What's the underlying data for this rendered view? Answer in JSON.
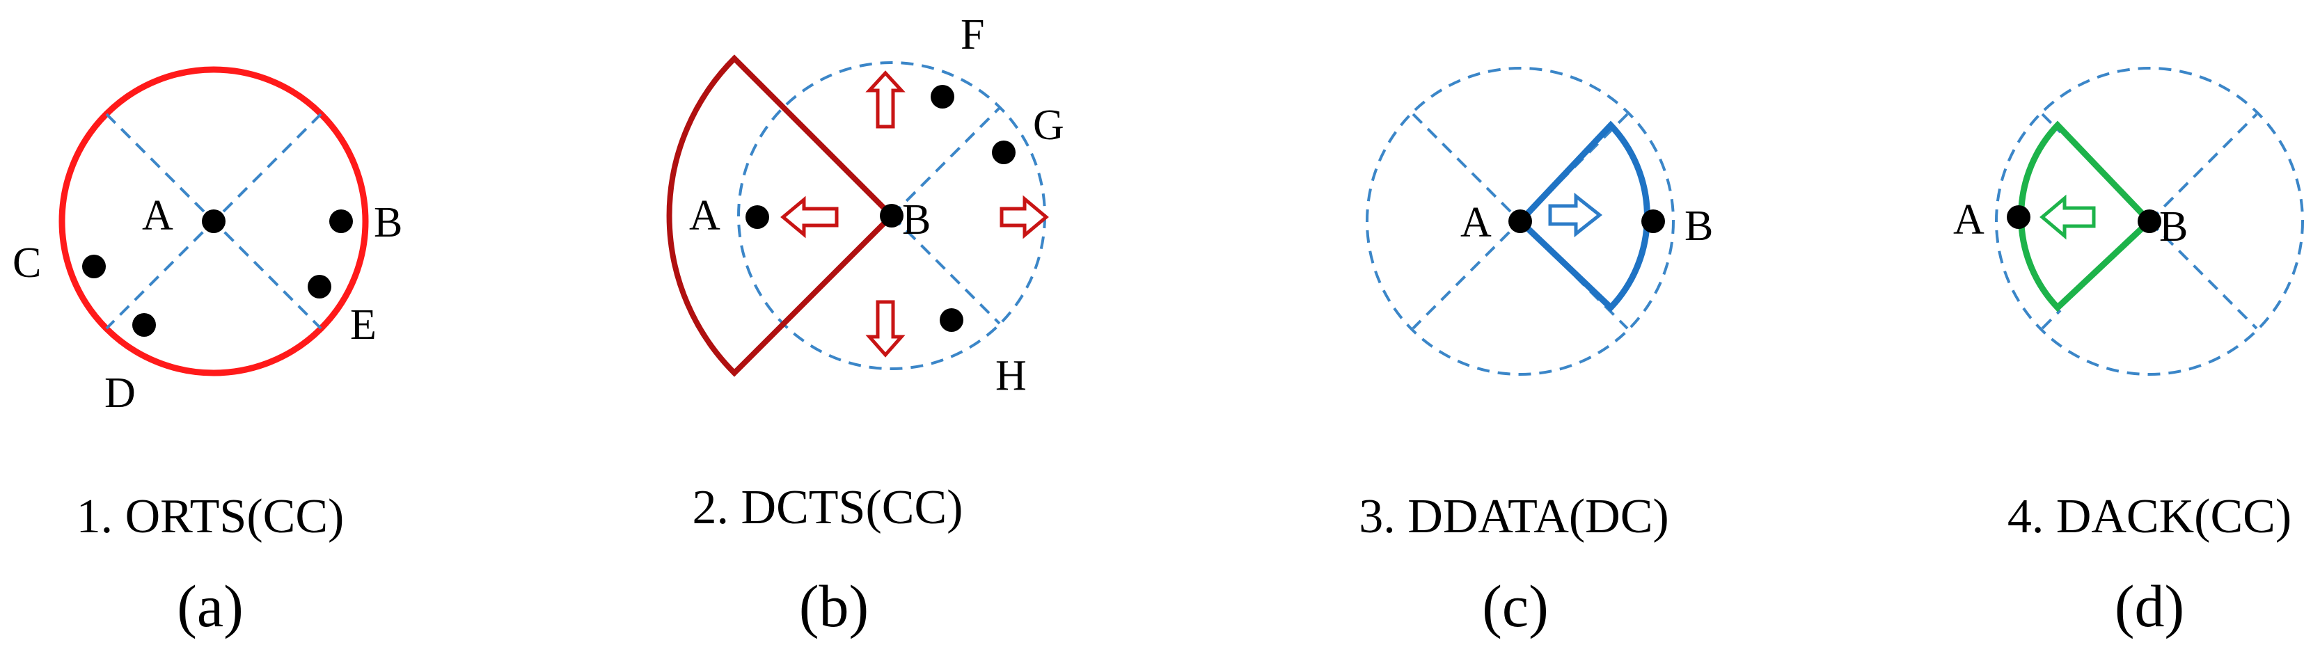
{
  "colors": {
    "red": "#ff1a1a",
    "darkred": "#b01010",
    "blue": "#1f73c4",
    "green": "#1db34a",
    "dash": "#3b86c8",
    "arrow_red": "#c81414",
    "arrow_blue": "#2c7cc8",
    "arrow_green": "#1db34a",
    "dot": "#000000"
  },
  "panels": {
    "a": {
      "caption": "1. ORTS(CC)",
      "sub": "(a)",
      "labels": {
        "A": "A",
        "B": "B",
        "C": "C",
        "D": "D",
        "E": "E"
      }
    },
    "b": {
      "caption": "2. DCTS(CC)",
      "sub": "(b)",
      "labels": {
        "A": "A",
        "B": "B",
        "F": "F",
        "G": "G",
        "H": "H"
      }
    },
    "c": {
      "caption": "3. DDATA(DC)",
      "sub": "(c)",
      "labels": {
        "A": "A",
        "B": "B"
      }
    },
    "d": {
      "caption": "4. DACK(CC)",
      "sub": "(d)",
      "labels": {
        "A": "A",
        "B": "B"
      }
    }
  }
}
